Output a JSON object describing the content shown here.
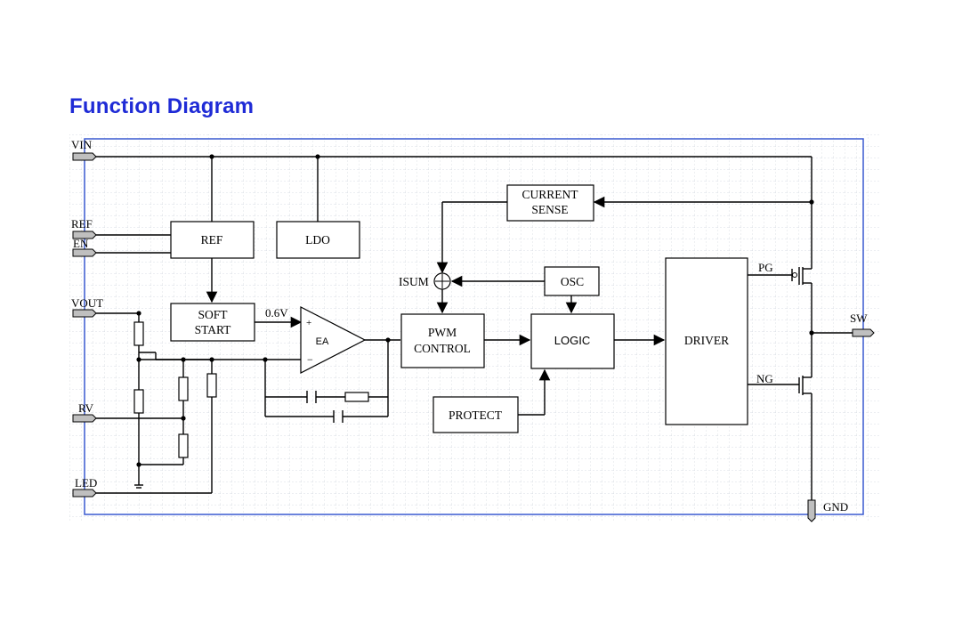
{
  "title": "Function Diagram",
  "pins": {
    "vin": "VIN",
    "ref": "REF",
    "en": "EN",
    "vout": "VOUT",
    "rv": "RV",
    "led": "LED",
    "sw": "SW",
    "gnd": "GND"
  },
  "blocks": {
    "ref": "REF",
    "ldo": "LDO",
    "soft_start_line1": "SOFT",
    "soft_start_line2": "START",
    "current_sense_line1": "CURRENT",
    "current_sense_line2": "SENSE",
    "osc": "OSC",
    "pwm_control_line1": "PWM",
    "pwm_control_line2": "CONTROL",
    "logic": "LOGIC",
    "driver": "DRIVER",
    "protect": "PROTECT",
    "ea": "EA"
  },
  "labels": {
    "isum": "ISUM",
    "reference_voltage": "0.6V",
    "pg": "PG",
    "ng": "NG"
  },
  "colors": {
    "title": "#1f2bd6",
    "border": "#3a5ad0",
    "grid": "#cdd3dc"
  }
}
